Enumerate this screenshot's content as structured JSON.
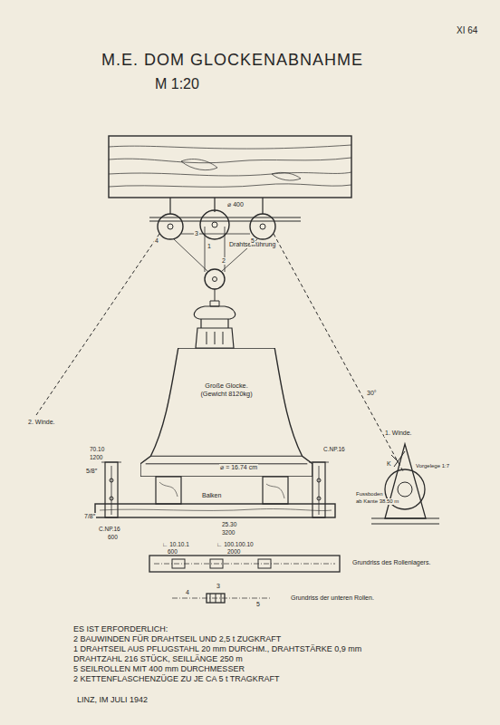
{
  "diagram": {
    "title": "M.E. DOM   GLOCKENABNAHME",
    "nodes": [
      {
        "text": [
          "Große Glocke.",
          "(Gewicht 8120kg)"
        ]
      }
    ],
    "labels": [
      "XI 64",
      "M 1:20",
      "Drahtseilführung",
      "1",
      "2",
      "3",
      "4",
      "5",
      "⌀ 400",
      "2. Winde.",
      "1. Winde.",
      "30°",
      "70.10",
      "1200",
      "5/8″",
      "C.NP.16",
      "⌀ = 16.74 cm",
      "Balken",
      "7/8″",
      "C.NP.16",
      "600",
      "25.30",
      "3200",
      "K",
      "Vorgelege 1:7",
      "Fussboden",
      "ab Kante 38.50 m",
      "∟ 10.10.1",
      "600",
      "∟ 100.100.10",
      "2000",
      "Grundriss des Rollenlagers.",
      "4",
      "3",
      "5",
      "Grundriss der unteren Rollen.",
      "ES IST ERFORDERLICH:",
      "2 BAUWINDEN FÜR DRAHTSEIL UND 2,5 t ZUGKRAFT",
      "1 DRAHTSEIL AUS PFLUGSTAHL 20 mm DURCHM., DRAHTSTÄRKE 0,9 mm",
      "DRAHTZAHL 216 STÜCK, SEILLÄNGE 250 m",
      "5 SEILROLLEN MIT 400 mm DURCHMESSER",
      "2 KETTENFLASCHENZÜGE ZU JE CA 5 t TRAGKRAFT",
      "LINZ, IM JULI 1942"
    ]
  }
}
